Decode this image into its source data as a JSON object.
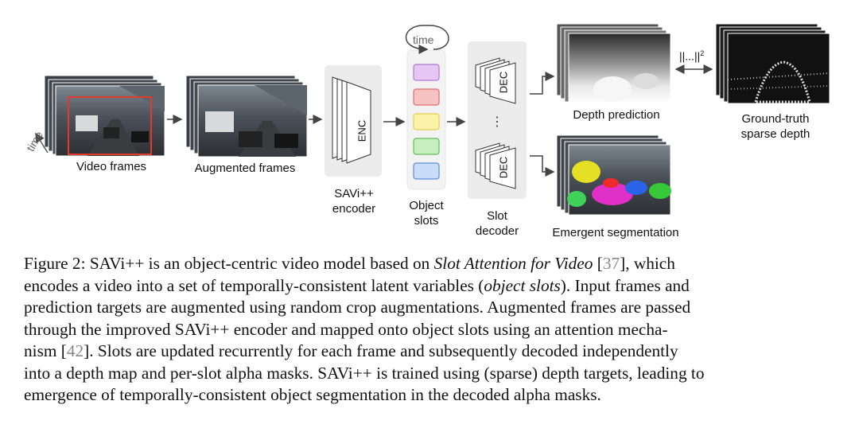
{
  "figure": {
    "labels": {
      "time_left": "time",
      "video_frames": "Video frames",
      "augmented_frames": "Augmented frames",
      "enc": "ENC",
      "savi_encoder": [
        "SAVi++",
        "encoder"
      ],
      "time_loop": "time",
      "object_slots": [
        "Object",
        "slots"
      ],
      "dec_top": "DEC",
      "dec_bottom": "DEC",
      "ellipsis": "⋮",
      "slot_decoder": [
        "Slot",
        "decoder"
      ],
      "depth_prediction": "Depth prediction",
      "loss": "||...||",
      "loss_exp": "2",
      "ground_truth": [
        "Ground-truth",
        "sparse depth"
      ],
      "emergent_segmentation": "Emergent segmentation"
    },
    "slot_colors": [
      "#e6c6f3",
      "#f6c2c2",
      "#fbf3a8",
      "#c9efc0",
      "#c9dcf8"
    ],
    "slot_border_colors": [
      "#b07ad0",
      "#e06d6d",
      "#e0cf4e",
      "#63bf5b",
      "#5b8fd8"
    ],
    "crop_box_color": "#e23a2a"
  },
  "caption": {
    "line1": {
      "a": "Figure 2: SAVi++ is an object-centric video model based on ",
      "b": "Slot Attention for Video",
      "c": " [",
      "ref": "37",
      "d": "], which"
    },
    "line2": {
      "a": "encodes a video into a set of temporally-consistent latent variables (",
      "b": "object slots",
      "c": "). Input frames and"
    },
    "line3": "prediction targets are augmented using random crop augmentations. Augmented frames are passed",
    "line4": "through the improved SAVi++ encoder and mapped onto object slots using an attention mecha-",
    "line5": {
      "a": "nism [",
      "ref": "42",
      "b": "]. Slots are updated recurrently for each frame and subsequently decoded independently"
    },
    "line6": "into a depth map and per-slot alpha masks. SAVi++ is trained using (sparse) depth targets, leading to",
    "line7": "emergence of temporally-consistent object segmentation in the decoded alpha masks."
  }
}
